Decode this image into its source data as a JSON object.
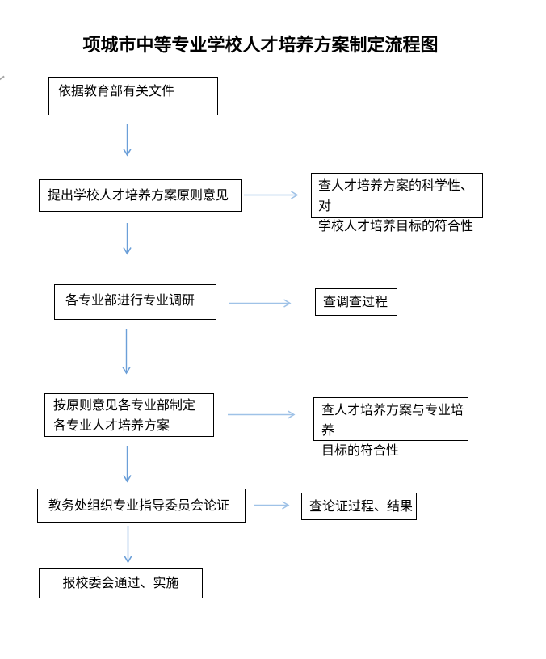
{
  "doc": {
    "title": "项城市中等专业学校人才培养方案制定流程图"
  },
  "flow": {
    "steps": [
      {
        "label": "依据教育部有关文件"
      },
      {
        "label": "提出学校人才培养方案原则意见"
      },
      {
        "label": "各专业部进行专业调研"
      },
      {
        "label": "按原则意见各专业部制定\n各专业人才培养方案"
      },
      {
        "label": "教务处组织专业指导委员会论证"
      },
      {
        "label": "报校委会通过、实施"
      }
    ],
    "checks": [
      {
        "label": "查人才培养方案的科学性、对\n学校人才培养目标的符合性"
      },
      {
        "label": "查调查过程"
      },
      {
        "label": "查人才培养方案与专业培养\n目标的符合性"
      },
      {
        "label": "查论证过程、结果"
      }
    ]
  },
  "colors": {
    "arrow_vertical": "#6b9fd8",
    "arrow_horizontal": "#9fc2e7",
    "box_border": "#000000",
    "page_background": "#ffffff"
  }
}
